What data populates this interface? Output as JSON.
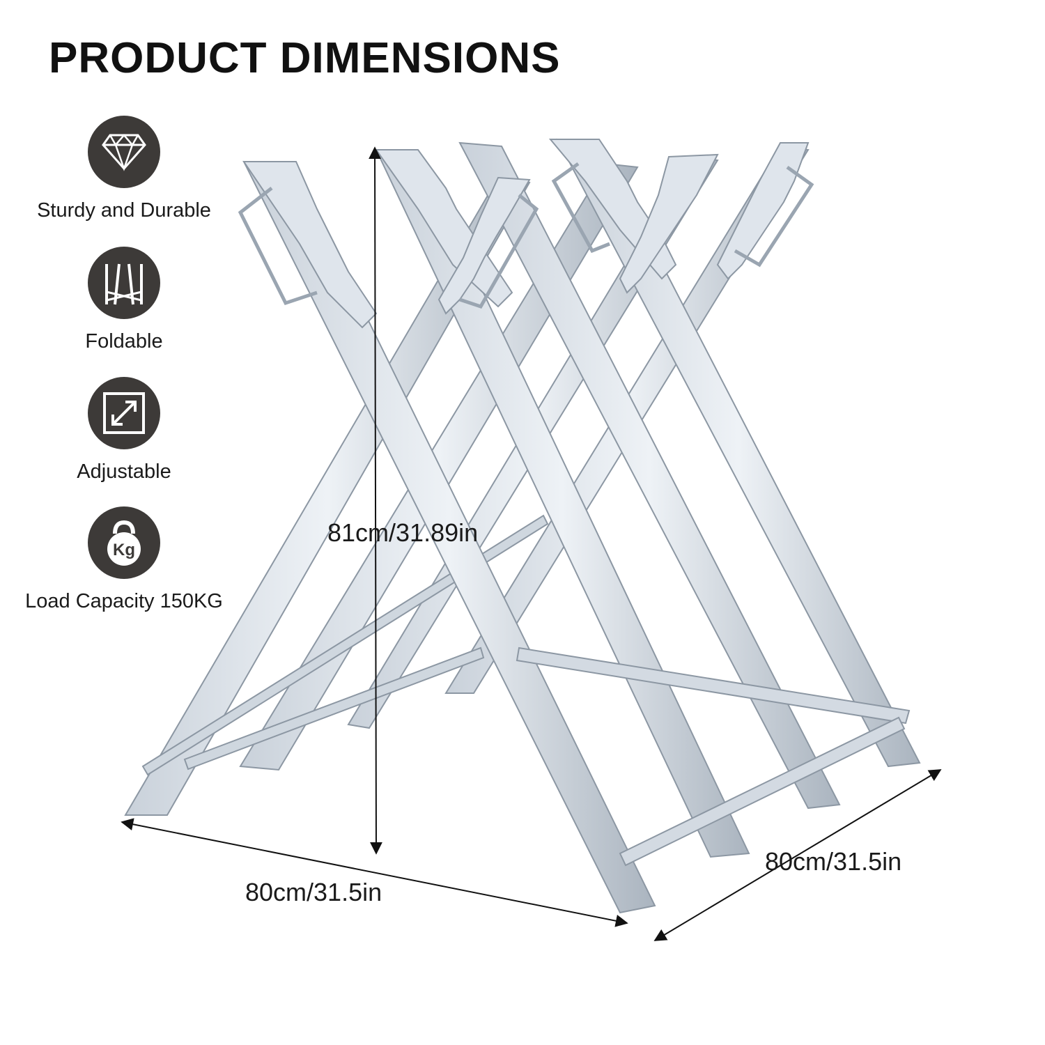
{
  "title": "PRODUCT DIMENSIONS",
  "features": [
    {
      "icon": "diamond-icon",
      "label": "Sturdy and Durable"
    },
    {
      "icon": "folding-legs-icon",
      "label": "Foldable"
    },
    {
      "icon": "resize-arrow-icon",
      "label": "Adjustable"
    },
    {
      "icon": "kettlebell-kg-icon",
      "label": "Load Capacity 150KG",
      "icon_text": "Kg"
    }
  ],
  "dimensions": {
    "height": "81cm/31.89in",
    "width": "80cm/31.5in",
    "depth": "80cm/31.5in"
  },
  "colors": {
    "badge": "#3d3a38",
    "metal_light": "#dde3ea",
    "metal_mid": "#b9c3ce",
    "metal_dark": "#8c97a3"
  }
}
